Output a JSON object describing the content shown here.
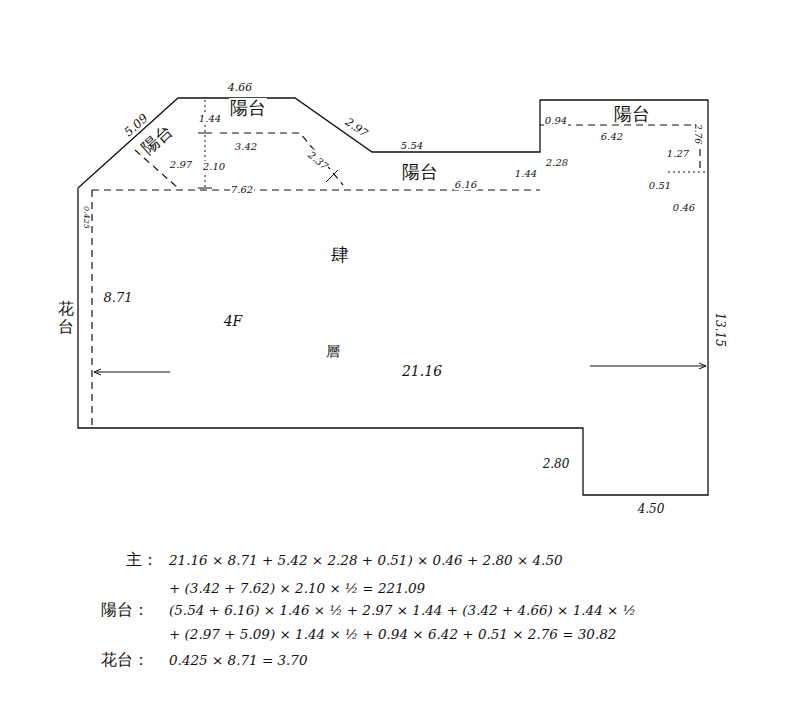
{
  "diagram": {
    "labels": [
      "4.66",
      "5.09",
      "陽台",
      "陽台",
      "1.44",
      "3.42",
      "2.97",
      "2.37",
      "5.54",
      "陽台",
      "6.16",
      "1.44",
      "2.28",
      "0.94",
      "陽台",
      "6.42",
      "2.76",
      "1.27",
      "0.51",
      "0.46",
      "2.97",
      "2.10",
      "7.62",
      "肆",
      "花台",
      "8.71",
      "4F",
      "層",
      "21.16",
      "13.15",
      "2.80",
      "4.50",
      "0.425",
      "主：",
      "21.16 × 8.71 + 5.42 × 2.28 + 0.51) × 0.46 + 2.80 × 4.50",
      "+ (3.42 + 7.62) × 2.10 × ½ = 221.09",
      "陽台：",
      "(5.54 + 6.16) × 1.46 × ½ + 2.97 × 1.44 + (3.42 + 4.66) × 1.44 × ½",
      "+ (2.97 + 5.09) × 1.44 × ½ + 0.94 × 6.42 + 0.51 × 2.76 = 30.82",
      "花台：",
      "0.425 × 8.71 = 3.70"
    ]
  }
}
